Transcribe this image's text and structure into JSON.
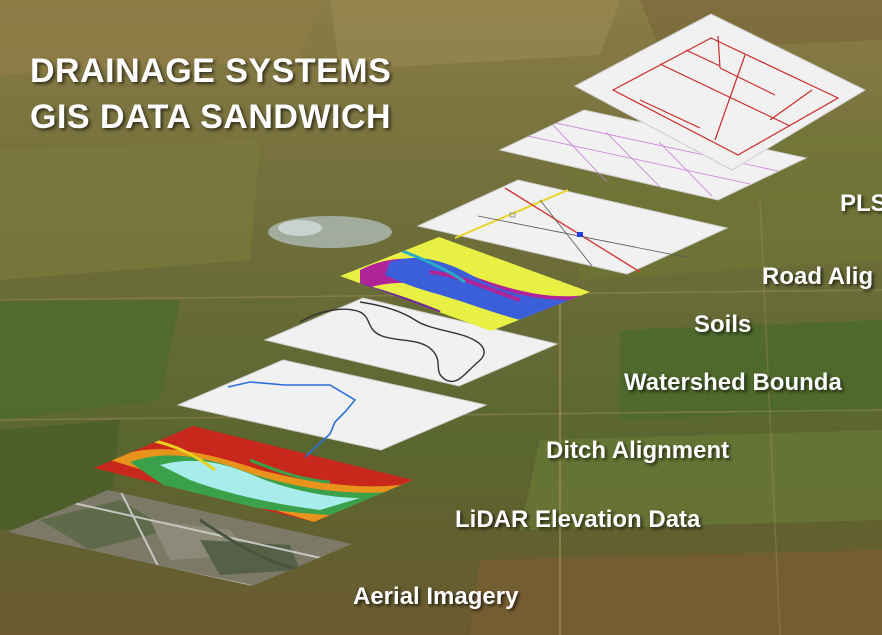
{
  "title": {
    "line1": "DRAINAGE SYSTEMS",
    "line2": "GIS DATA SANDWICH"
  },
  "layers": [
    {
      "id": "plss",
      "label": "PLS",
      "map_icon": "plss-grid-map"
    },
    {
      "id": "road",
      "label": "Road Alig",
      "map_icon": "road-alignment-map"
    },
    {
      "id": "soils",
      "label": "Soils",
      "map_icon": "soils-map"
    },
    {
      "id": "watershed",
      "label": "Watershed Bounda",
      "map_icon": "watershed-boundary-map"
    },
    {
      "id": "ditch",
      "label": "Ditch Alignment",
      "map_icon": "ditch-line-map"
    },
    {
      "id": "lidar",
      "label": "LiDAR Elevation Data",
      "map_icon": "elevation-raster-map"
    },
    {
      "id": "aerial",
      "label": "Aerial Imagery",
      "map_icon": "aerial-photo-map"
    }
  ],
  "colors": {
    "title_text": "#ffffff",
    "label_text": "#ffffff",
    "sheet_fill": "#f1f1f1",
    "plss_lines": "#cc2a2a",
    "section_lines": "#c77bd6",
    "road_red": "#d83a3a",
    "road_yellow": "#e6d62a",
    "ditch_blue": "#2b6ed8",
    "watershed_line": "#333333",
    "soils_yellow": "#e8f044",
    "soils_magenta": "#b0249a",
    "soils_blue": "#3a5fd8",
    "lidar_red": "#c8281c",
    "lidar_orange": "#e8931c",
    "lidar_green": "#3aa04a",
    "lidar_cyan": "#a8ecec",
    "aerial_gray": "#7c7a66",
    "background_field": "#7d7a3e"
  }
}
